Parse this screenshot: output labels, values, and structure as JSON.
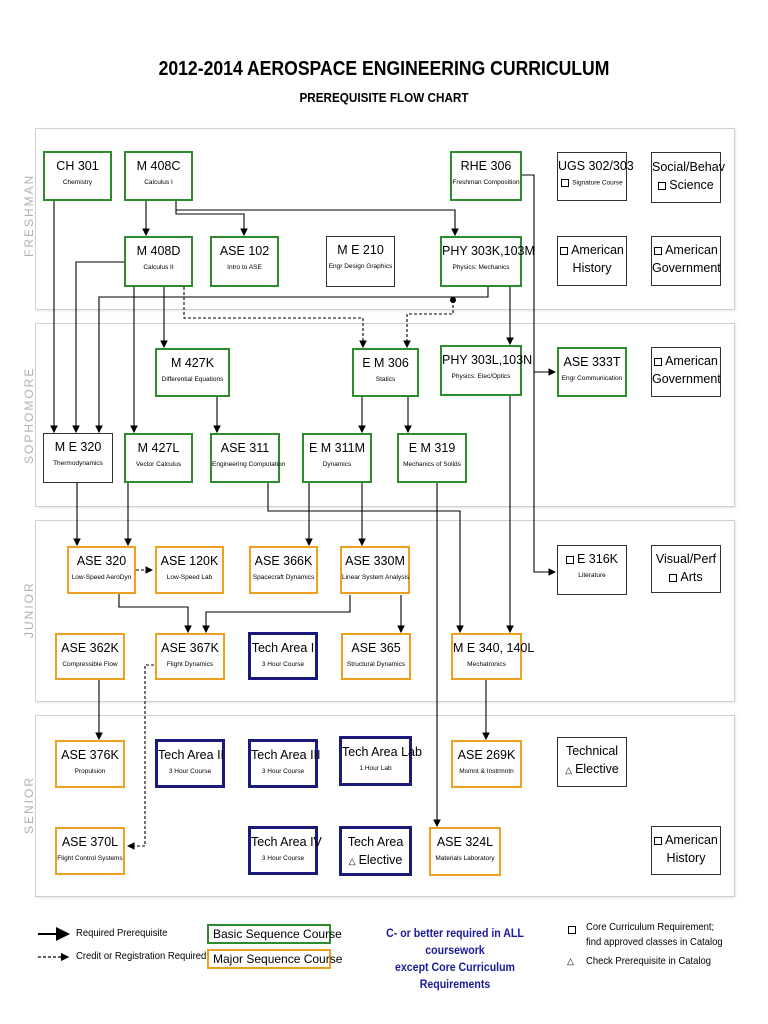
{
  "title": "2012-2014 AEROSPACE ENGINEERING CURRICULUM",
  "subtitle": "PREREQUISITE FLOW CHART",
  "years": [
    "FRESHMAN",
    "SOPHOMORE",
    "JUNIOR",
    "SENIOR"
  ],
  "courses": {
    "ch301": {
      "code": "CH 301",
      "desc": "Chemistry"
    },
    "m408c": {
      "code": "M 408C",
      "desc": "Calculus I"
    },
    "rhe306": {
      "code": "RHE 306",
      "desc": "Freshman Composition"
    },
    "ugs302": {
      "code": "UGS 302/303",
      "desc": "Signature Course"
    },
    "social": {
      "line1": "Social/Behav",
      "line2": "Science"
    },
    "m408d": {
      "code": "M 408D",
      "desc": "Calculus II"
    },
    "ase102": {
      "code": "ASE 102",
      "desc": "Intro to ASE"
    },
    "me210": {
      "code": "M E 210",
      "desc": "Engr Design Graphics"
    },
    "phy303k": {
      "code": "PHY 303K,103M",
      "desc": "Physics: Mechanics"
    },
    "amhist1": {
      "line1": "American",
      "line2": "History"
    },
    "amgov1": {
      "line1": "American",
      "line2": "Government"
    },
    "m427k": {
      "code": "M 427K",
      "desc": "Differential Equations"
    },
    "em306": {
      "code": "E M 306",
      "desc": "Statics"
    },
    "phy303l": {
      "code": "PHY 303L,103N",
      "desc": "Physics: Elec/Optics"
    },
    "ase333t": {
      "code": "ASE 333T",
      "desc": "Engr Communication"
    },
    "amgov2": {
      "line1": "American",
      "line2": "Government"
    },
    "me320": {
      "code": "M E 320",
      "desc": "Thermodynamics"
    },
    "m427l": {
      "code": "M 427L",
      "desc": "Vector Calculus"
    },
    "ase311": {
      "code": "ASE 311",
      "desc": "Engineering Computation"
    },
    "em311m": {
      "code": "E M 311M",
      "desc": "Dynamics"
    },
    "em319": {
      "code": "E M 319",
      "desc": "Mechanics of Solids"
    },
    "ase320": {
      "code": "ASE 320",
      "desc": "Low-Speed AeroDyn"
    },
    "ase120k": {
      "code": "ASE 120K",
      "desc": "Low-Speed  Lab"
    },
    "ase366k": {
      "code": "ASE 366K",
      "desc": "Spacecraft Dynamics"
    },
    "ase330m": {
      "code": "ASE 330M",
      "desc": "Linear System Analysis"
    },
    "e316k": {
      "code": "E 316K",
      "desc": "Literature"
    },
    "visual": {
      "line1": "Visual/Perf",
      "line2": "Arts"
    },
    "ase362k": {
      "code": "ASE 362K",
      "desc": "Compressible Flow"
    },
    "ase367k": {
      "code": "ASE 367K",
      "desc": "Flight Dynamics"
    },
    "tech1": {
      "code": "Tech Area I",
      "desc": "3 Hour Course"
    },
    "ase365": {
      "code": "ASE 365",
      "desc": "Structural Dynamics"
    },
    "me340": {
      "code": "M E 340, 140L",
      "desc": "Mechatronics"
    },
    "ase376k": {
      "code": "ASE 376K",
      "desc": "Propulsion"
    },
    "tech2": {
      "code": "Tech Area II",
      "desc": "3 Hour Course"
    },
    "tech3": {
      "code": "Tech Area III",
      "desc": "3 Hour Course"
    },
    "techlab": {
      "code": "Tech Area Lab",
      "desc": "1 Hour Lab"
    },
    "ase269k": {
      "code": "ASE 269K",
      "desc": "Msmnt & Instrmntn"
    },
    "techelec": {
      "line1": "Technical",
      "line2": "Elective"
    },
    "ase370l": {
      "code": "ASE 370L",
      "desc": "Flight Control Systems"
    },
    "tech4": {
      "code": "Tech Area IV",
      "desc": "3 Hour Course"
    },
    "techareaelec": {
      "line1": "Tech Area",
      "line2": "Elective"
    },
    "ase324l": {
      "code": "ASE 324L",
      "desc": "Materials Laboratory"
    },
    "amhist2": {
      "line1": "American",
      "line2": "History"
    }
  },
  "legend": {
    "required": "Required Prerequisite",
    "credit": "Credit or Registration Required",
    "basic": "Basic Sequence Course",
    "major": "Major Sequence Course",
    "note_line1": "C- or better required in ALL coursework",
    "note_line2": "except Core Curriculum Requirements",
    "core_line1": "Core Curriculum Requirement;",
    "core_line2": "find approved classes in Catalog",
    "check": "Check Prerequisite in Catalog"
  },
  "colors": {
    "basic": "#2e8b2e",
    "major": "#f0a020",
    "tech": "#1a1a7a",
    "note": "#1a1a9a"
  }
}
